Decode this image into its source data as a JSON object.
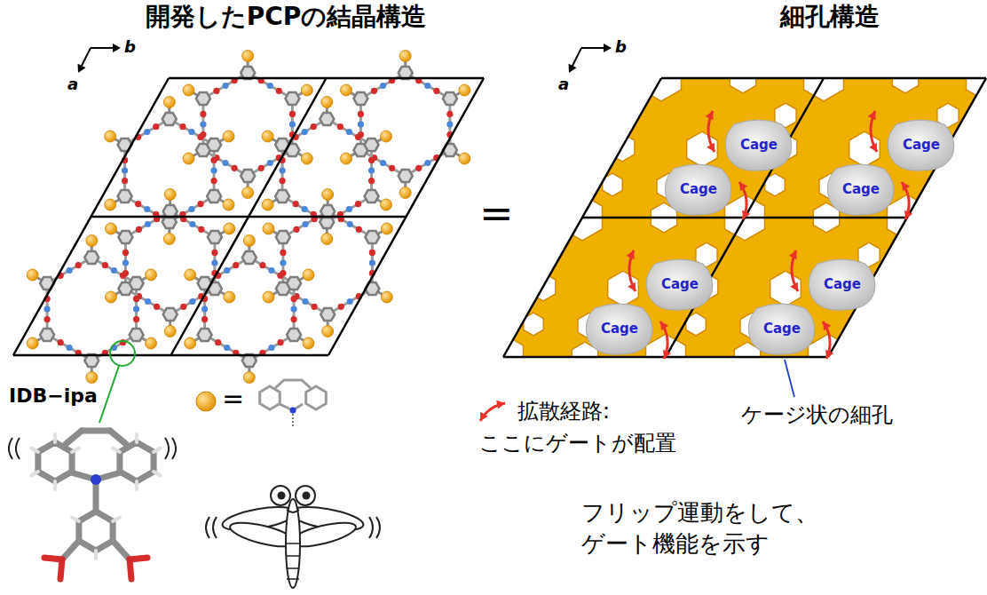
{
  "diagram": {
    "nodes": [
      {
        "text": [
          "開発したPCPの結晶構造"
        ]
      },
      {
        "text": [
          "細孔構造"
        ]
      },
      {
        "text": [
          "Cage"
        ],
        "in": 1
      },
      {
        "text": [
          "Cage"
        ],
        "in": 1
      },
      {
        "text": [
          "Cage"
        ],
        "in": 1
      },
      {
        "text": [
          "Cage"
        ],
        "in": 1
      },
      {
        "text": [
          "Cage"
        ],
        "in": 1
      },
      {
        "text": [
          "Cage"
        ],
        "in": 1
      },
      {
        "text": [
          "Cage"
        ],
        "in": 1
      },
      {
        "text": [
          "Cage"
        ],
        "in": 1
      }
    ],
    "labels": [
      "a",
      "b",
      "a",
      "b",
      "=",
      "IDB−ipa",
      "=",
      "ここにゲートが配置",
      "ケージ状の細孔",
      "フリップ運動をして、 ゲート機能を示す"
    ],
    "legend": [
      {
        "text": "拡散経路:"
      }
    ]
  }
}
